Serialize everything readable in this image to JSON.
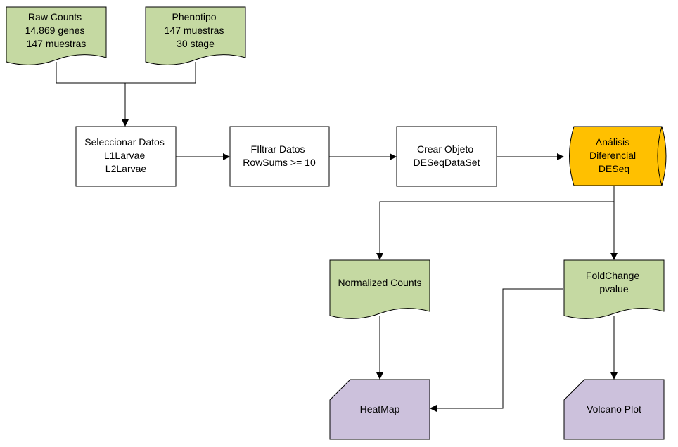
{
  "colors": {
    "document_fill": "#c5d9a2",
    "process_fill": "#ffffff",
    "storage_fill": "#ffc000",
    "card_fill": "#ccc1dc",
    "stroke": "#000000"
  },
  "nodes": {
    "raw_counts": {
      "lines": [
        "Raw Counts",
        "14.869 genes",
        "147 muestras"
      ]
    },
    "phenotipo": {
      "lines": [
        "Phenotipo",
        "147 muestras",
        "30 stage"
      ]
    },
    "seleccionar": {
      "lines": [
        "Seleccionar Datos",
        "L1Larvae",
        "L2Larvae"
      ]
    },
    "filtrar": {
      "lines": [
        "FIltrar Datos",
        "RowSums >= 10"
      ]
    },
    "crear": {
      "lines": [
        "Crear Objeto",
        "DESeqDataSet"
      ]
    },
    "analisis": {
      "lines": [
        "Análisis",
        "Diferencial",
        "DESeq"
      ]
    },
    "normalized": {
      "lines": [
        "Normalized Counts"
      ]
    },
    "foldchange": {
      "lines": [
        "FoldChange",
        "pvalue"
      ]
    },
    "heatmap": {
      "lines": [
        "HeatMap"
      ]
    },
    "volcano": {
      "lines": [
        "Volcano Plot"
      ]
    }
  }
}
